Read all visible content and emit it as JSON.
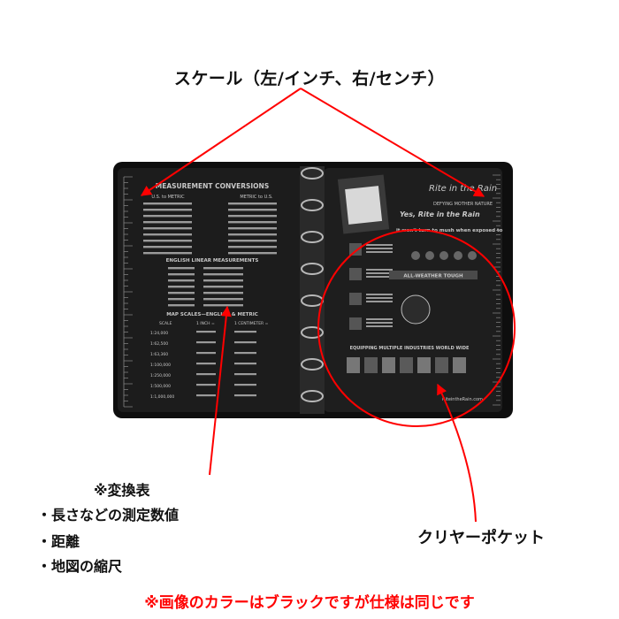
{
  "annotations": {
    "top_label": "スケール（左/インチ、右/センチ）",
    "clear_pocket_label": "クリヤーポケット",
    "conversion_note": "※変換表",
    "bullets": [
      "・長さなどの測定数値",
      "・距離",
      "・地図の縮尺"
    ],
    "footer_note": "※画像のカラーはブラックですが仕様は同じです"
  },
  "binder": {
    "left_page": {
      "heading": "MEASUREMENT CONVERSIONS",
      "col_heads": [
        "U.S. to METRIC",
        "METRIC to U.S."
      ],
      "section_linear": "ENGLISH LINEAR MEASUREMENTS",
      "section_map": "MAP SCALES—ENGLISH & METRIC",
      "map_cols": [
        "SCALE",
        "1 INCH =",
        "1 CENTIMETER ="
      ],
      "map_scales": [
        "1:24,000",
        "1:62,500",
        "1:63,360",
        "1:100,000",
        "1:250,000",
        "1:500,000",
        "1:1,000,000"
      ]
    },
    "right_page": {
      "logo": "Rite in the Rain",
      "tagline": "DEFYING MOTHER NATURE",
      "headline": "Yes, Rite in the Rain",
      "subhead": "it won't turn to mush when exposed to",
      "band": "ALL-WEATHER TOUGH",
      "industries": "EQUIPPING MULTIPLE INDUSTRIES WORLD WIDE",
      "website": "RiteintheRain.com"
    }
  },
  "colors": {
    "annotation_red": "#ff0000",
    "binder": "#1a1a1a"
  }
}
